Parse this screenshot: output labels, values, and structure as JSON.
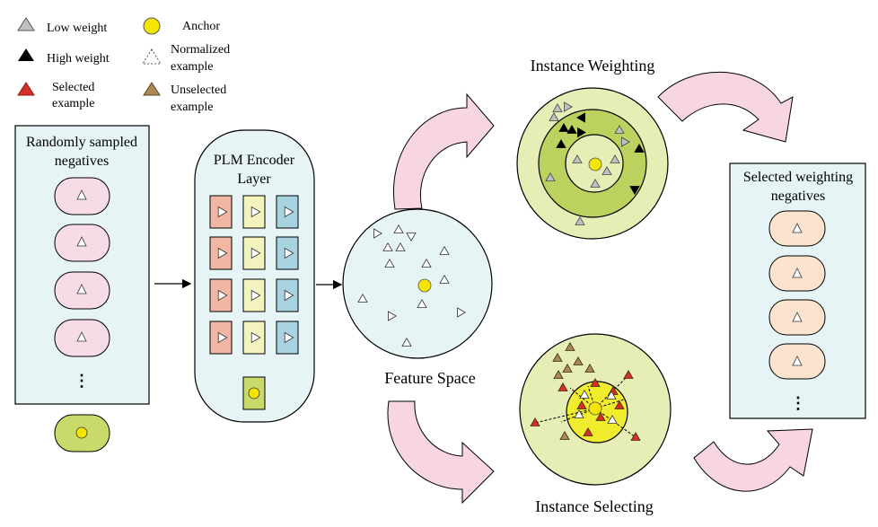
{
  "legend": {
    "low_weight": "Low weight",
    "high_weight": "High weight",
    "selected_1": "Selected",
    "selected_2": "example",
    "anchor": "Anchor",
    "normalized_1": "Normalized",
    "normalized_2": "example",
    "unselected_1": "Unselected",
    "unselected_2": "example"
  },
  "random_box": {
    "title_1": "Randomly sampled",
    "title_2": "negatives",
    "ellipsis": "⋮"
  },
  "encoder": {
    "title_1": "PLM Encoder",
    "title_2": "Layer"
  },
  "feature_space": {
    "label": "Feature Space"
  },
  "instance_weighting": {
    "label": "Instance Weighting"
  },
  "instance_selecting": {
    "label": "Instance Selecting"
  },
  "selected_box": {
    "title_1": "Selected weighting",
    "title_2": "negatives",
    "ellipsis": "⋮"
  },
  "colors": {
    "low_weight": "#c0c0c0",
    "high_weight": "#000000",
    "selected": "#d62f28",
    "anchor": "#f5e500",
    "unselected": "#a88955",
    "pink_pill": "#f7dbe6",
    "green_pill": "#c9d96a",
    "peach_pill": "#fbe3cf",
    "panel_bg": "#e6f4f6",
    "encoder_red": "#f2b7a2",
    "encoder_yellow": "#f3f3bd",
    "encoder_blue": "#a9d3e0",
    "ring_outer": "#e6eeb6",
    "ring_mid": "#bcd25e",
    "arrow_fill": "#f7d6e2"
  }
}
